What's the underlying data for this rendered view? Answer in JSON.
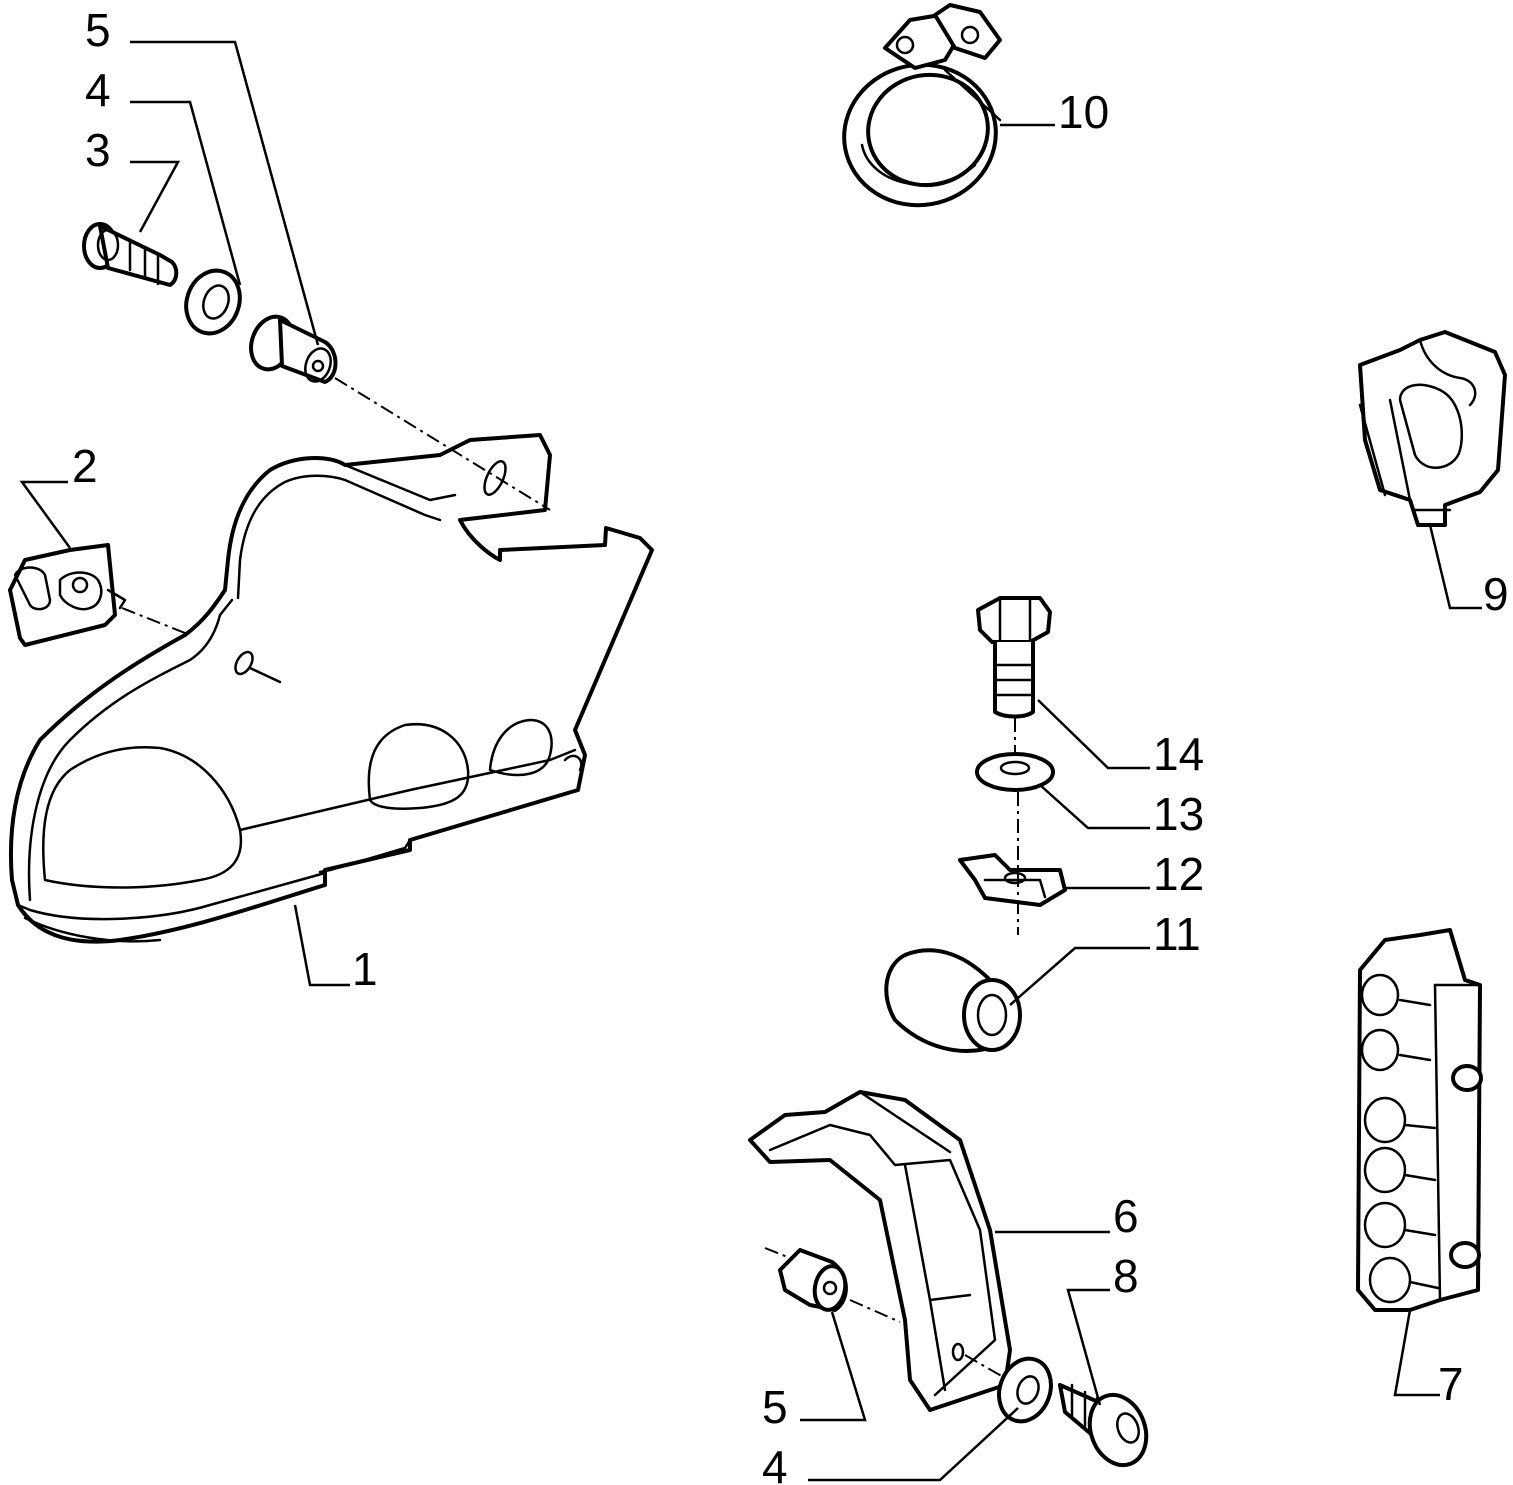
{
  "callouts": {
    "c1": "1",
    "c2": "2",
    "c3": "3",
    "c4_top": "4",
    "c5_top": "5",
    "c6": "6",
    "c7": "7",
    "c8": "8",
    "c9": "9",
    "c10": "10",
    "c11": "11",
    "c12": "12",
    "c13": "13",
    "c14": "14",
    "c5_bottom": "5",
    "c4_bottom": "4"
  }
}
